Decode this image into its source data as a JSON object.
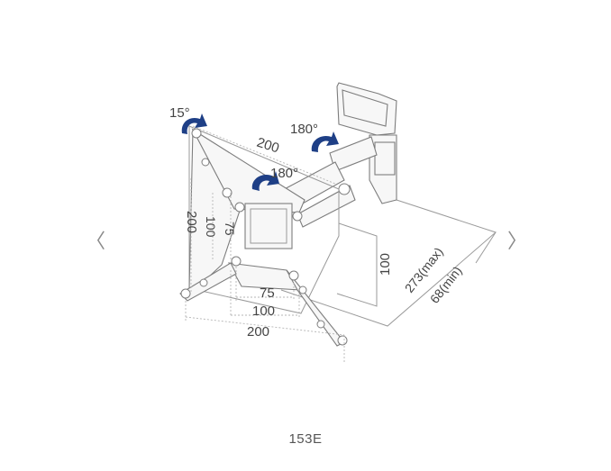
{
  "viewer": {
    "prev_icon": "〈",
    "next_icon": "〉",
    "caption": "153E"
  },
  "drawing": {
    "tilt_angle": "15°",
    "swivel_angle_arm": "180°",
    "swivel_angle_head": "180°",
    "dim_top_width": "200",
    "dim_left_height": "200",
    "dim_inner_height_100": "100",
    "dim_inner_height_75": "75",
    "dim_inner_width_75": "75",
    "dim_inner_width_100": "100",
    "dim_bottom_width": "200",
    "dim_plate_height": "100",
    "dim_extension_max": "273(max)",
    "dim_extension_min": "68(min)"
  },
  "colors": {
    "arrow": "#1e3f86",
    "line": "#9a9a9a",
    "text": "#444444"
  }
}
